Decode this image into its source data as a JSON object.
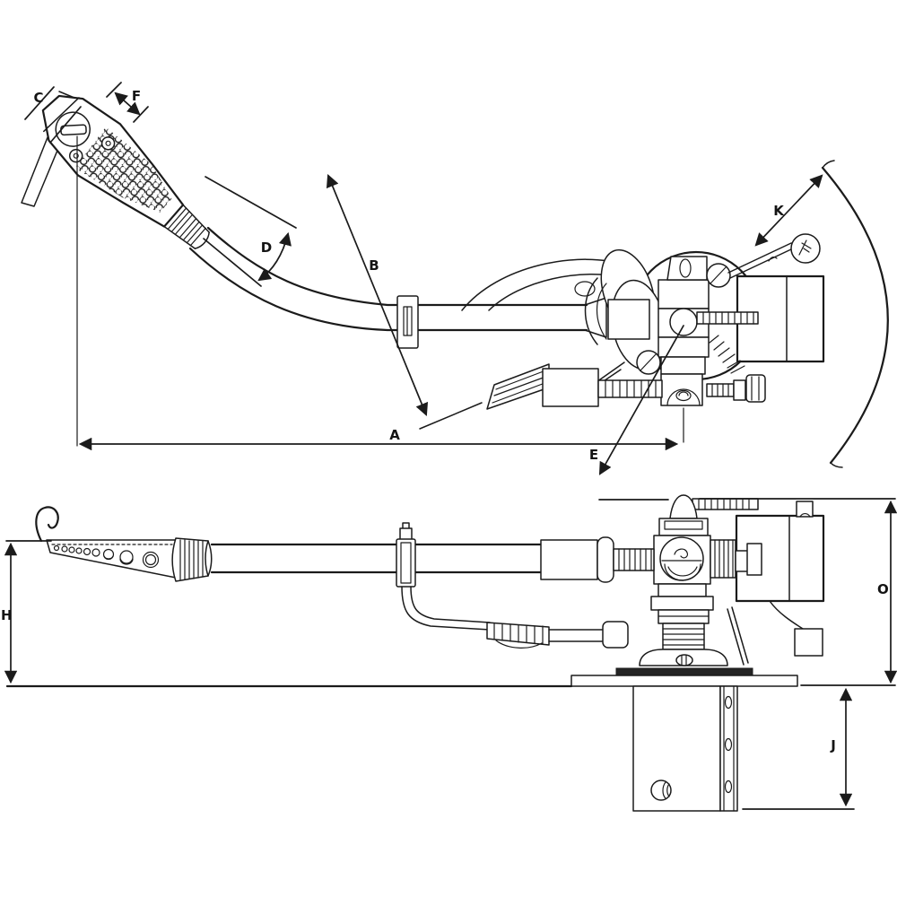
{
  "figure": {
    "background_color": "#ffffff",
    "line_color": "#1b1b1b",
    "dimension_labels": {
      "a": "A",
      "b": "B",
      "c": "C",
      "d": "D",
      "e": "E",
      "f": "F",
      "h": "H",
      "j": "J",
      "k": "K",
      "o": "O"
    }
  }
}
